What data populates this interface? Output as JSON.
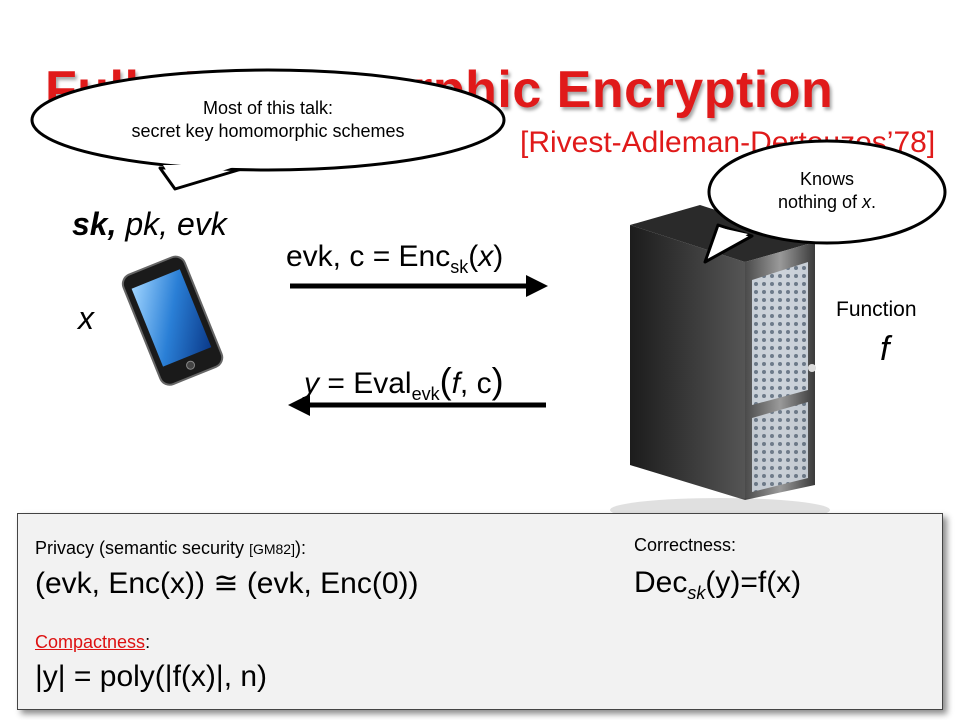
{
  "slide": {
    "title": "Fully Homomorphic Encryption",
    "subtitle": "[Rivest-Adleman-Dertouzos’78]",
    "bubble_top": {
      "line1": "Most of this talk:",
      "line2": "secret key homomorphic schemes"
    },
    "bubble_right": {
      "line1": "Knows",
      "line2_prefix": "nothing of ",
      "line2_var": "x",
      "line2_suffix": "."
    },
    "client": {
      "keys_a": "sk,",
      "keys_b": "pk, evk",
      "secret": "x"
    },
    "message_send": {
      "prefix": "evk, c = Enc",
      "sub": "sk",
      "open": "(",
      "var": "x",
      "close": ")"
    },
    "message_return": {
      "var": "y",
      "eq": " = Eval",
      "sub": "evk",
      "open": "(",
      "f": "f",
      "rest": ", c",
      "close": ")"
    },
    "server": {
      "function_label": "Function",
      "function_symbol": "f"
    },
    "panel": {
      "privacy_label": "Privacy (semantic security ",
      "privacy_cite": "[GM82]",
      "privacy_end": "):",
      "privacy_formula": "(evk, Enc(x)) ≅ (evk, Enc(0))",
      "correctness_label": "Correctness:",
      "correctness_formula_a": "Dec",
      "correctness_formula_sub": "sk",
      "correctness_formula_b": "(y)=f(x)",
      "compactness_label": "Compactness",
      "compactness_colon": ":",
      "compactness_formula": "|y| = poly(|f(x)|, n)"
    },
    "colors": {
      "title_red": "#e01a1a",
      "panel_bg": "#f2f2f2"
    }
  }
}
